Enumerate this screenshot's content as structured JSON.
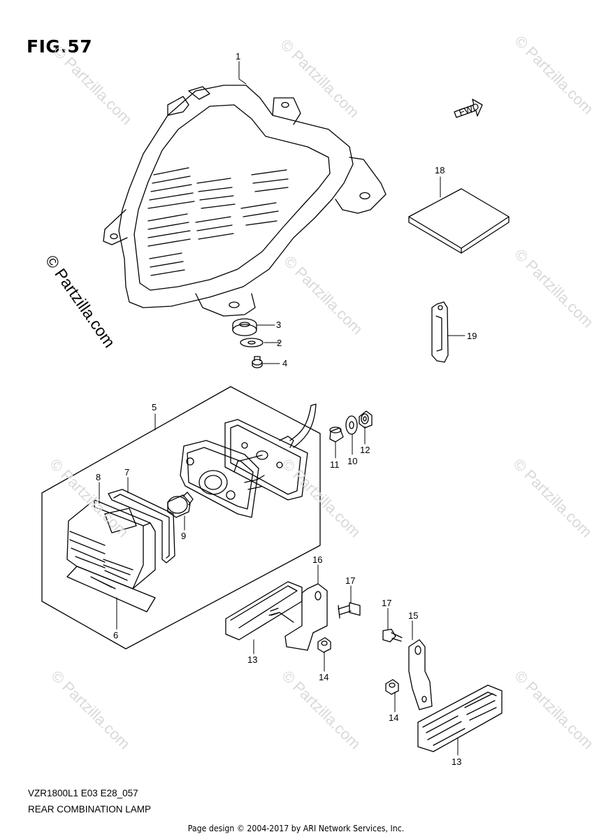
{
  "figure_label": "FIG.57",
  "fwd_label": "FWD",
  "watermark_text": "© Partzilla.com",
  "part_labels": {
    "p1": "1",
    "p2": "2",
    "p3": "3",
    "p4": "4",
    "p5": "5",
    "p6": "6",
    "p7": "7",
    "p8": "8",
    "p9": "9",
    "p10": "10",
    "p11": "11",
    "p12": "12",
    "p13a": "13",
    "p13b": "13",
    "p14a": "14",
    "p14b": "14",
    "p15": "15",
    "p16": "16",
    "p17a": "17",
    "p17b": "17",
    "p18": "18",
    "p19": "19"
  },
  "model_code": "VZR1800L1 E03 E28_057",
  "diagram_name": "REAR COMBINATION LAMP",
  "footer": "Page design © 2004-2017 by ARI Network Services, Inc."
}
